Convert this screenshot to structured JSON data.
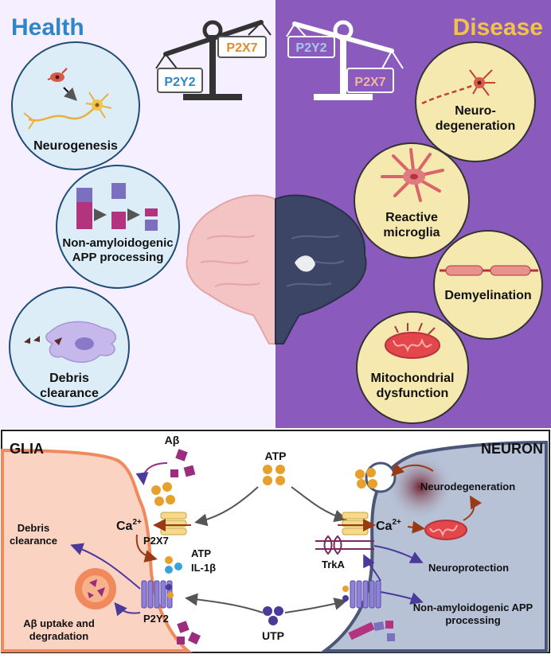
{
  "top": {
    "health_title": "Health",
    "disease_title": "Disease",
    "colors": {
      "health_bg": "#f6efff",
      "disease_bg": "#8a5bbd",
      "health_title": "#2e86c8",
      "disease_title": "#f3c24a",
      "p2y2": "#2e86c8",
      "p2x7": "#e8882c",
      "health_circle": "#dcedf8",
      "disease_circle": "#f6e9b0"
    },
    "scale_left": {
      "p2y2": "P2Y2",
      "p2x7": "P2X7"
    },
    "scale_right": {
      "p2y2": "P2Y2",
      "p2x7": "P2X7"
    },
    "health_panels": [
      {
        "label_lines": [
          "Neurogenesis"
        ],
        "icon": "neuron-maturation-icon"
      },
      {
        "label_lines": [
          "Non-amyloidogenic",
          "APP processing"
        ],
        "icon": "app-cleavage-icon"
      },
      {
        "label_lines": [
          "Debris",
          "clearance"
        ],
        "icon": "microglia-phagocytosis-icon"
      }
    ],
    "disease_panels": [
      {
        "label_lines": [
          "Neuro-",
          "degeneration"
        ],
        "icon": "degenerating-neuron-icon"
      },
      {
        "label_lines": [
          "Reactive",
          "microglia"
        ],
        "icon": "reactive-microglia-icon"
      },
      {
        "label_lines": [
          "Demyelination"
        ],
        "icon": "demyelinated-axon-icon"
      },
      {
        "label_lines": [
          "Mitochondrial",
          "dysfunction"
        ],
        "icon": "mitochondrion-icon"
      }
    ]
  },
  "bottom": {
    "glia_title": "GLIA",
    "neuron_title": "NEURON",
    "abeta": "Aβ",
    "atp": "ATP",
    "utp": "UTP",
    "ca_glia": "Ca",
    "ca_neuron": "Ca",
    "ca_sup": "2+",
    "p2x7": "P2X7",
    "p2y2": "P2Y2",
    "atp_release": "ATP",
    "il1b": "IL-1β",
    "debris_lines": [
      "Debris",
      "clearance"
    ],
    "uptake_lines": [
      "Aβ uptake and",
      "degradation"
    ],
    "trka": "TrkA",
    "neurodegeneration": "Neurodegeneration",
    "neuroprotection": "Neuroprotection",
    "app_lines": [
      "Non-amyloidogenic APP",
      "processing"
    ],
    "colors": {
      "glia_fill": "#fbd3c3",
      "glia_stroke": "#f08a5d",
      "neuron_fill": "#b7c2d6",
      "neuron_stroke": "#4a5677",
      "atp_dot": "#e8a02c",
      "utp_dot": "#4a3a9c",
      "abeta": "#9c2c7e"
    }
  }
}
